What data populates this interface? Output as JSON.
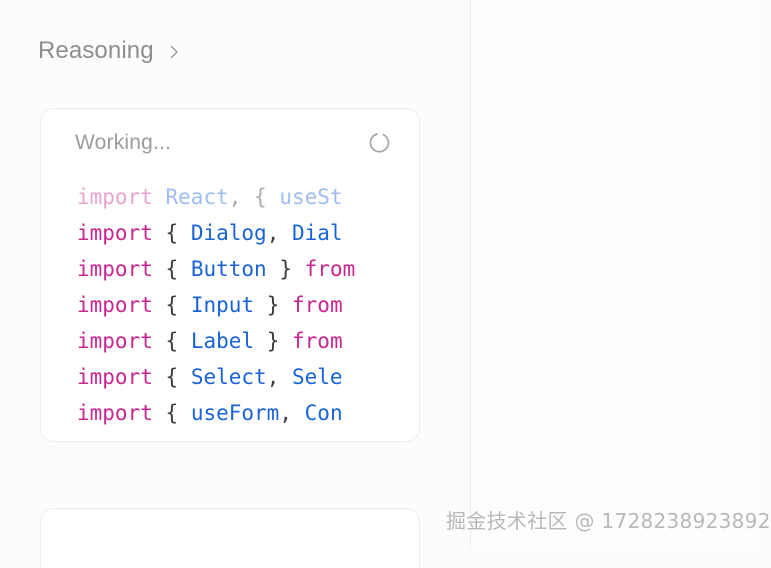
{
  "page": {
    "background": "#fcfcfc",
    "divider_color": "#ececed"
  },
  "reasoning": {
    "label": "Reasoning",
    "chevron_icon": "chevron-right-icon",
    "expanded": false
  },
  "working_card": {
    "status_label": "Working...",
    "spinner_icon": "loading-spinner-icon",
    "code": {
      "language": "tsx",
      "lines": [
        {
          "faded": true,
          "tokens": [
            {
              "text": "import",
              "type": "keyword"
            },
            {
              "text": " ",
              "type": "plain"
            },
            {
              "text": "React",
              "type": "identifier"
            },
            {
              "text": ",",
              "type": "punct"
            },
            {
              "text": " ",
              "type": "plain"
            },
            {
              "text": "{",
              "type": "punct"
            },
            {
              "text": " ",
              "type": "plain"
            },
            {
              "text": "useS",
              "type": "identifier"
            },
            {
              "text": "t",
              "type": "identifier"
            }
          ]
        },
        {
          "faded": false,
          "tokens": [
            {
              "text": "import",
              "type": "keyword"
            },
            {
              "text": " ",
              "type": "plain"
            },
            {
              "text": "{",
              "type": "punct"
            },
            {
              "text": " ",
              "type": "plain"
            },
            {
              "text": "Dialog",
              "type": "identifier"
            },
            {
              "text": ",",
              "type": "punct"
            },
            {
              "text": " ",
              "type": "plain"
            },
            {
              "text": "Dial",
              "type": "identifier"
            }
          ]
        },
        {
          "faded": false,
          "tokens": [
            {
              "text": "import",
              "type": "keyword"
            },
            {
              "text": " ",
              "type": "plain"
            },
            {
              "text": "{",
              "type": "punct"
            },
            {
              "text": " ",
              "type": "plain"
            },
            {
              "text": "Button",
              "type": "identifier"
            },
            {
              "text": " ",
              "type": "plain"
            },
            {
              "text": "}",
              "type": "punct"
            },
            {
              "text": " ",
              "type": "plain"
            },
            {
              "text": "fro",
              "type": "keyword"
            },
            {
              "text": "m",
              "type": "keyword"
            }
          ]
        },
        {
          "faded": false,
          "tokens": [
            {
              "text": "import",
              "type": "keyword"
            },
            {
              "text": " ",
              "type": "plain"
            },
            {
              "text": "{",
              "type": "punct"
            },
            {
              "text": " ",
              "type": "plain"
            },
            {
              "text": "Input",
              "type": "identifier"
            },
            {
              "text": " ",
              "type": "plain"
            },
            {
              "text": "}",
              "type": "punct"
            },
            {
              "text": " ",
              "type": "plain"
            },
            {
              "text": "from",
              "type": "keyword"
            }
          ]
        },
        {
          "faded": false,
          "tokens": [
            {
              "text": "import",
              "type": "keyword"
            },
            {
              "text": " ",
              "type": "plain"
            },
            {
              "text": "{",
              "type": "punct"
            },
            {
              "text": " ",
              "type": "plain"
            },
            {
              "text": "Label",
              "type": "identifier"
            },
            {
              "text": " ",
              "type": "plain"
            },
            {
              "text": "}",
              "type": "punct"
            },
            {
              "text": " ",
              "type": "plain"
            },
            {
              "text": "from",
              "type": "keyword"
            }
          ]
        },
        {
          "faded": false,
          "tokens": [
            {
              "text": "import",
              "type": "keyword"
            },
            {
              "text": " ",
              "type": "plain"
            },
            {
              "text": "{",
              "type": "punct"
            },
            {
              "text": " ",
              "type": "plain"
            },
            {
              "text": "Select",
              "type": "identifier"
            },
            {
              "text": ",",
              "type": "punct"
            },
            {
              "text": " ",
              "type": "plain"
            },
            {
              "text": "Sele",
              "type": "identifier"
            }
          ]
        },
        {
          "faded": false,
          "tokens": [
            {
              "text": "import",
              "type": "keyword"
            },
            {
              "text": " ",
              "type": "plain"
            },
            {
              "text": "{",
              "type": "punct"
            },
            {
              "text": " ",
              "type": "plain"
            },
            {
              "text": "useForm",
              "type": "identifier"
            },
            {
              "text": ",",
              "type": "punct"
            },
            {
              "text": " ",
              "type": "plain"
            },
            {
              "text": "Con",
              "type": "identifier"
            }
          ]
        }
      ]
    }
  },
  "colors": {
    "keyword": "#c9268f",
    "identifier": "#1a63d8",
    "punct": "#3b3b3b",
    "muted_text": "#9c9c9c",
    "card_border": "#ededed",
    "card_background": "#ffffff"
  },
  "watermark": {
    "text": "掘金技术社区 @ 1728238923892"
  }
}
